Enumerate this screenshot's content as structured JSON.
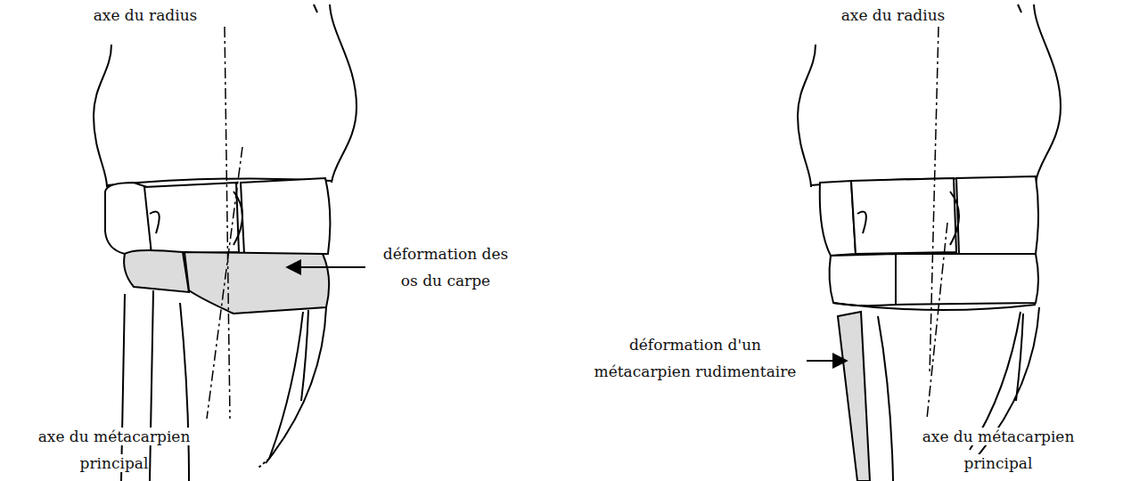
{
  "diagram": {
    "labels": [
      "axe du radius",
      "axe du radius",
      "déformation des os du carpe",
      "déformation d'un métacarpien rudimentaire",
      "axe du métacarpien principal",
      "axe du métacarpien principal"
    ]
  }
}
